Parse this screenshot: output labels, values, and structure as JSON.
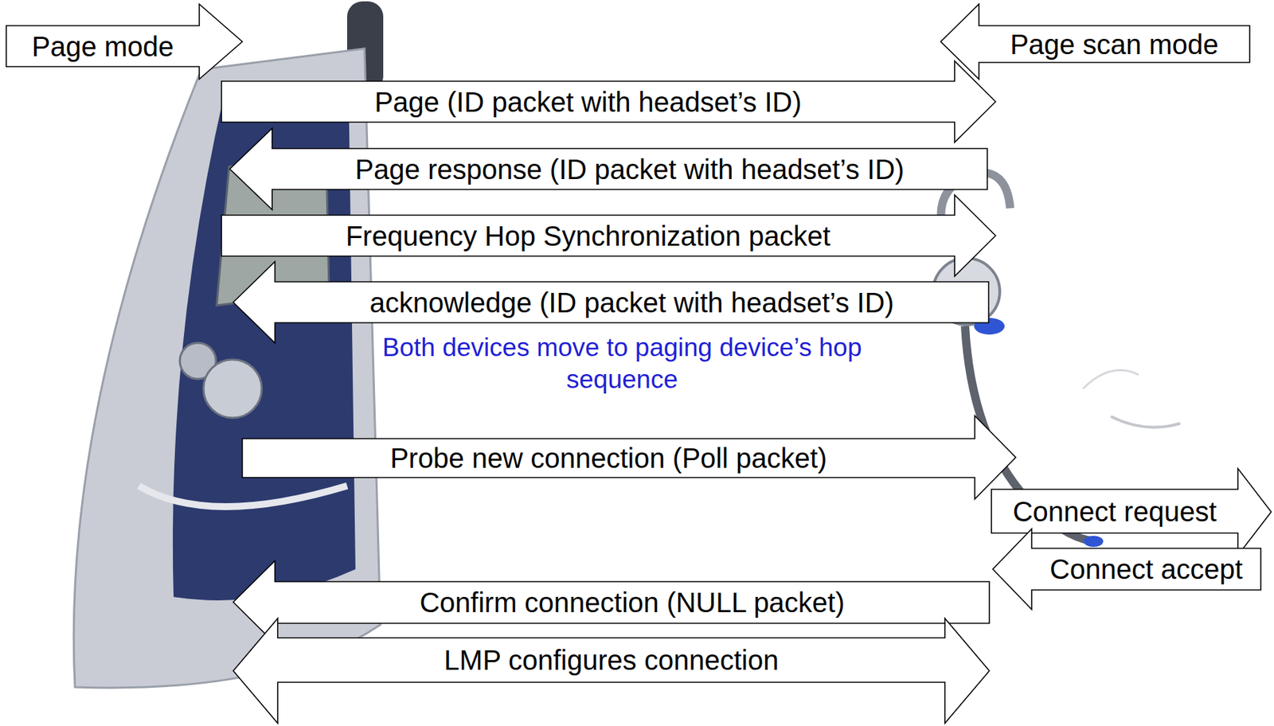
{
  "diagram": {
    "nodes": [
      {
        "text": [
          "Page mode"
        ]
      },
      {
        "text": [
          "Page scan mode"
        ]
      },
      {
        "text": [
          "Page (ID packet with headset’s ID)"
        ]
      },
      {
        "text": [
          "Page response (ID packet with headset’s ID)"
        ]
      },
      {
        "text": [
          "Frequency Hop Synchronization packet"
        ]
      },
      {
        "text": [
          "acknowledge (ID packet with headset’s ID)"
        ]
      },
      {
        "text": [
          "Probe new connection (Poll packet)"
        ]
      },
      {
        "text": [
          "Connect request"
        ]
      },
      {
        "text": [
          "Connect accept"
        ]
      },
      {
        "text": [
          "Confirm connection (NULL packet)"
        ]
      },
      {
        "text": [
          "LMP configures connection"
        ]
      }
    ],
    "labels": [
      "Both devices move to paging device’s hop sequence"
    ]
  }
}
